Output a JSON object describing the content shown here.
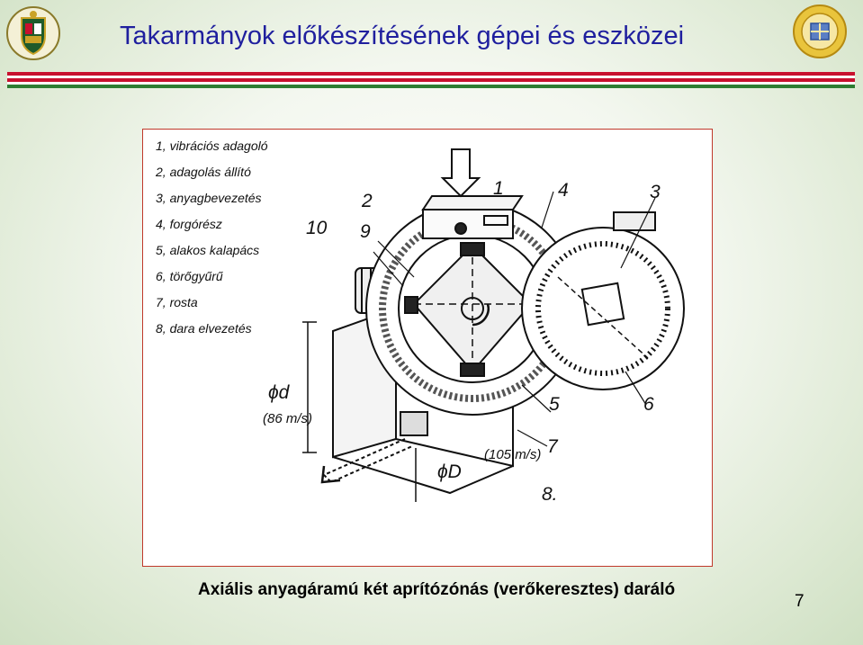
{
  "slide": {
    "title": "Takarmányok előkészítésének gépei és eszközei",
    "caption": "Axiális anyagáramú két aprítózónás (verőkeresztes) daráló",
    "page_number": "7"
  },
  "legend": [
    "1, vibrációs adagoló",
    "2, adagolás állító",
    "3, anyagbevezetés",
    "4, forgórész",
    "5, alakos kalapács",
    "6, törőgyűrű",
    "7, rosta",
    "8, dara elvezetés"
  ],
  "drawing_labels": {
    "n1": "1",
    "n2": "2",
    "n3": "3",
    "n4": "4",
    "n5": "5",
    "n6": "6",
    "n7": "7",
    "n8": "8.",
    "n9": "9",
    "n10": "10",
    "phi_d": "ϕd",
    "speed_d": "(86 m/s)",
    "phi_D": "ϕD",
    "speed_D": "(105 m/s)"
  },
  "colors": {
    "title": "#1f1f9e",
    "stripe_red": "#c8102e",
    "stripe_green": "#2e7d32",
    "frame": "#c0392b"
  },
  "icons": {
    "left_logo": "university-crest-icon",
    "right_logo": "faculty-seal-icon"
  }
}
